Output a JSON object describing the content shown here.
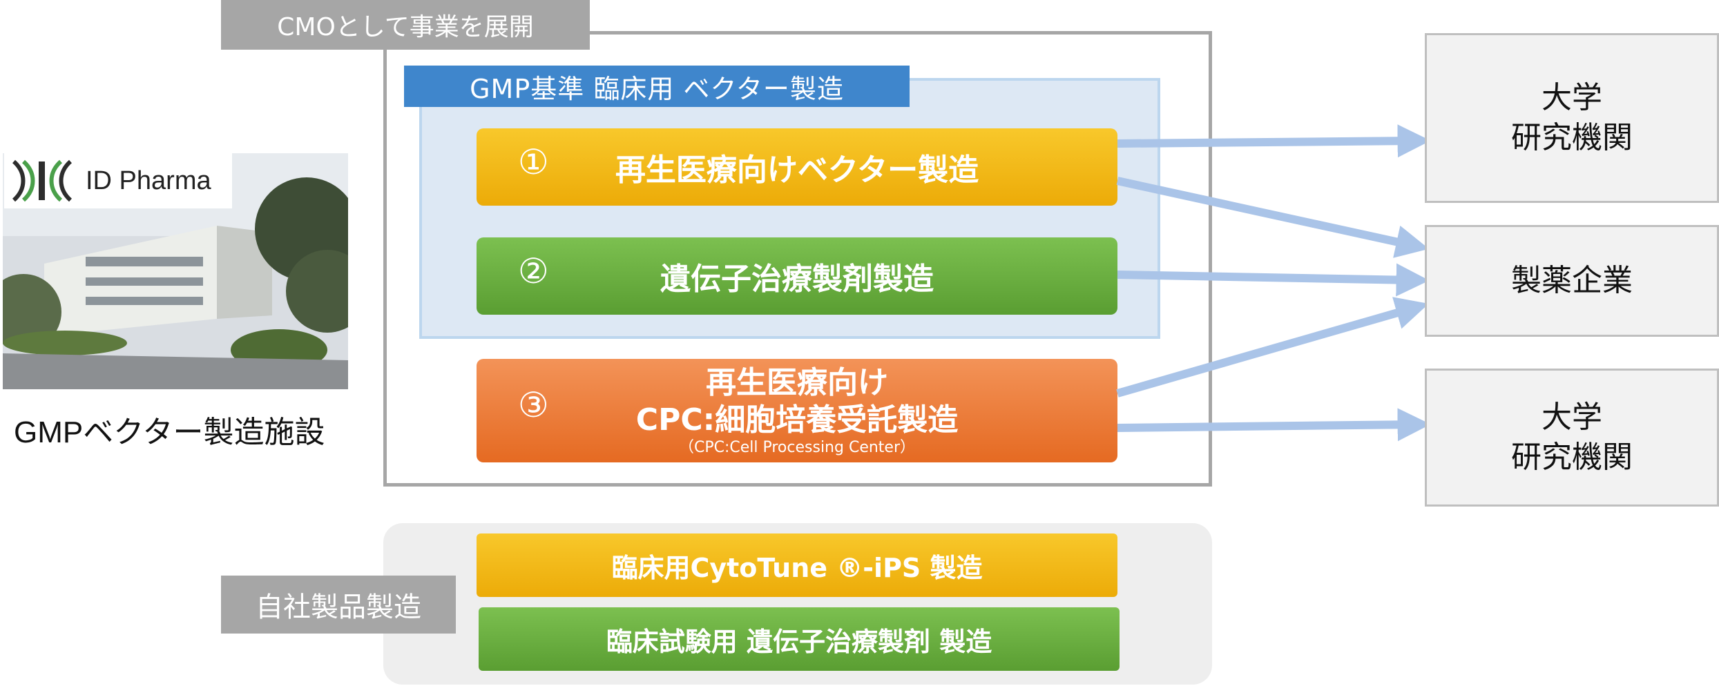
{
  "facility": {
    "logo_text": "ID Pharma",
    "caption": "GMPベクター製造施設"
  },
  "cmo": {
    "tab_label": "CMOとして事業を展開",
    "gmp_label": "GMP基準  臨床用  ベクター製造",
    "items": [
      {
        "number": "①",
        "label": "再生医療向けベクター製造"
      },
      {
        "number": "②",
        "label": "遺伝子治療製剤製造"
      },
      {
        "number": "③",
        "line1": "再生医療向け",
        "line2": "CPC:細胞培養受託製造",
        "line3": "（CPC:Cell  Processing  Center）"
      }
    ]
  },
  "targets": [
    {
      "line1": "大学",
      "line2": "研究機関"
    },
    {
      "line1": "製薬企業",
      "line2": ""
    },
    {
      "line1": "大学",
      "line2": "研究機関"
    }
  ],
  "own_products": {
    "tab_label": "自社製品製造",
    "items": [
      {
        "label": "臨床用CytoTune ®-iPS  製造"
      },
      {
        "label": "臨床試験用  遺伝子治療製剤  製造"
      }
    ]
  },
  "colors": {
    "yellow": "#f2b81a",
    "green": "#6aaf3f",
    "orange": "#ec7a36",
    "blue_tab": "#3f86cc",
    "gray_tab": "#a6a6a6",
    "arrow": "#aac4e8"
  }
}
